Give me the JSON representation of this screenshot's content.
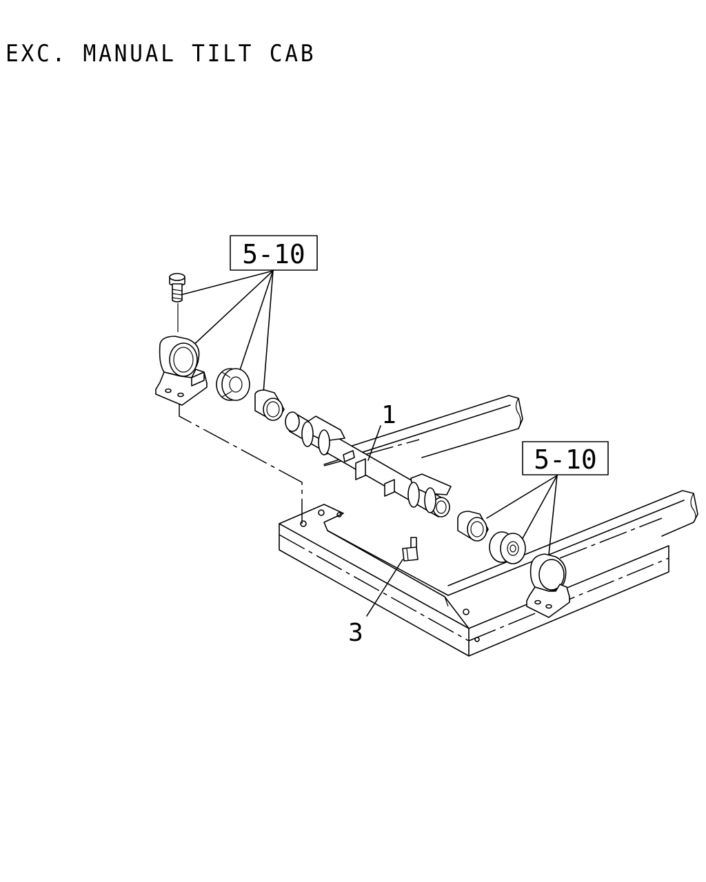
{
  "title": "EXC. MANUAL TILT CAB",
  "references": [
    {
      "id": "ref-upper",
      "label": "5-10"
    },
    {
      "id": "ref-lower",
      "label": "5-10"
    }
  ],
  "callouts": [
    {
      "id": "callout-shaft",
      "label": "1"
    },
    {
      "id": "callout-fitting",
      "label": "3"
    }
  ]
}
